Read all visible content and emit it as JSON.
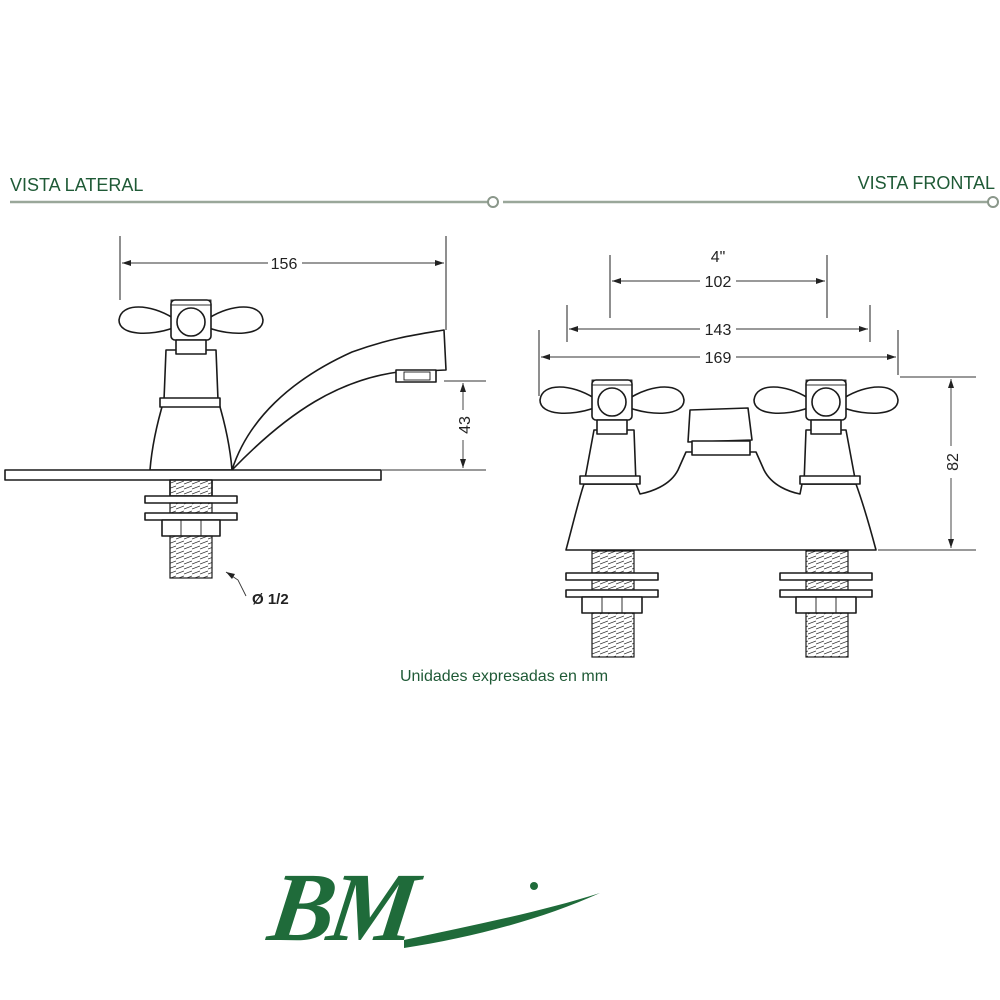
{
  "headers": {
    "left": "VISTA LATERAL",
    "right": "VISTA FRONTAL"
  },
  "side_view": {
    "width_dim": "156",
    "height_dim": "43",
    "thread_label": "Ø 1/2"
  },
  "front_view": {
    "spacing_in": "4\"",
    "spacing_mm": "102",
    "inner_width": "143",
    "outer_width": "169",
    "height_dim": "82"
  },
  "units_note": "Unidades expresadas en mm",
  "logo": {
    "text": "BM",
    "color": "#1f6b3a"
  },
  "colors": {
    "header_green": "#1f5a36",
    "rule_gray": "#9aa79a",
    "logo_green": "#1f6b3a"
  }
}
